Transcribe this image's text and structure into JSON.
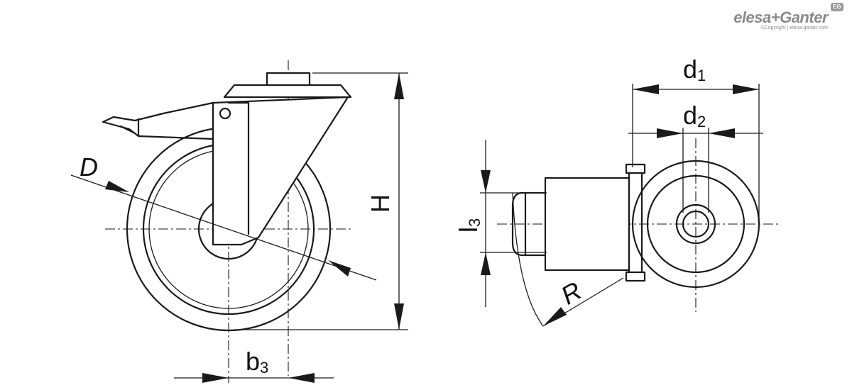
{
  "brand": {
    "name": "elesa+Ganter",
    "copyright": "©Copyright | elesa-ganter.com",
    "badge": "EG"
  },
  "dimensions": {
    "D": "D",
    "H": "H",
    "b3": {
      "main": "b",
      "sub": "3"
    },
    "d1": {
      "main": "d",
      "sub": "1"
    },
    "d2": {
      "main": "d",
      "sub": "2"
    },
    "l3": {
      "main": "l",
      "sub": "3"
    },
    "R": "R"
  },
  "colors": {
    "line": "#1a1a1a",
    "brand": "#8a8a8a"
  }
}
